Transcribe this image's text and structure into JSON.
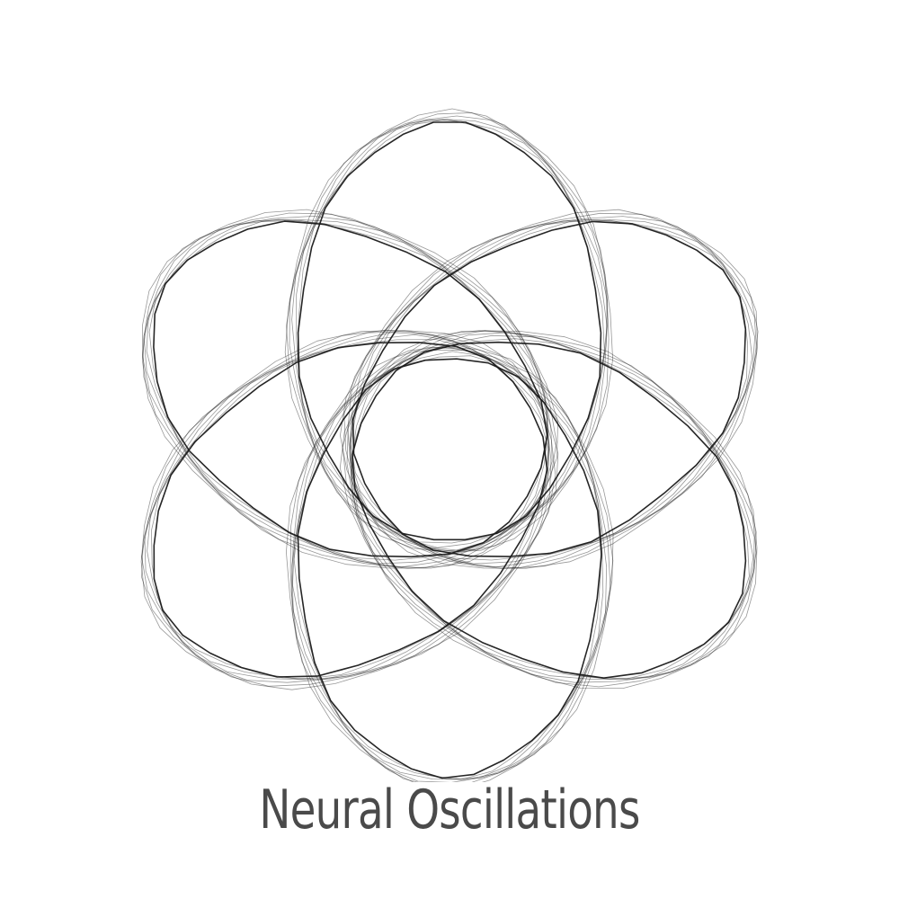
{
  "title": "Neural Oscillations",
  "colors": {
    "background": "#ffffff",
    "stroke": "#1a1a1a",
    "title": "#4a4a4a"
  },
  "logo": {
    "icon": "rosette-of-overlapping-ellipses",
    "ellipse_count": 6
  }
}
